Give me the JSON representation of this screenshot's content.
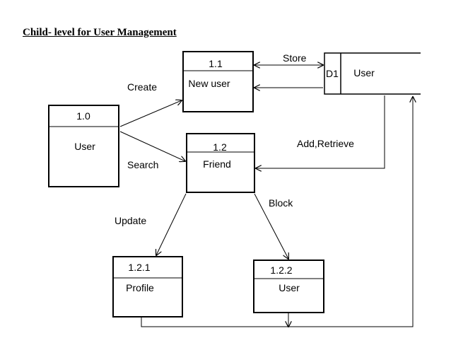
{
  "title": "Child- level for User Management",
  "processes": {
    "p10": {
      "id": "1.0",
      "name": "User"
    },
    "p11": {
      "id": "1.1",
      "name": "New user"
    },
    "p12": {
      "id": "1.2",
      "name": "Friend"
    },
    "p121": {
      "id": "1.2.1",
      "name": "Profile"
    },
    "p122": {
      "id": "1.2.2",
      "name": "User"
    }
  },
  "datastore": {
    "id": "D1",
    "name": "User"
  },
  "flows": {
    "store": "Store",
    "create": "Create",
    "search": "Search",
    "add_retrieve": "Add,Retrieve",
    "update": "Update",
    "block": "Block"
  },
  "colors": {
    "stroke": "#000000",
    "background": "#ffffff"
  }
}
